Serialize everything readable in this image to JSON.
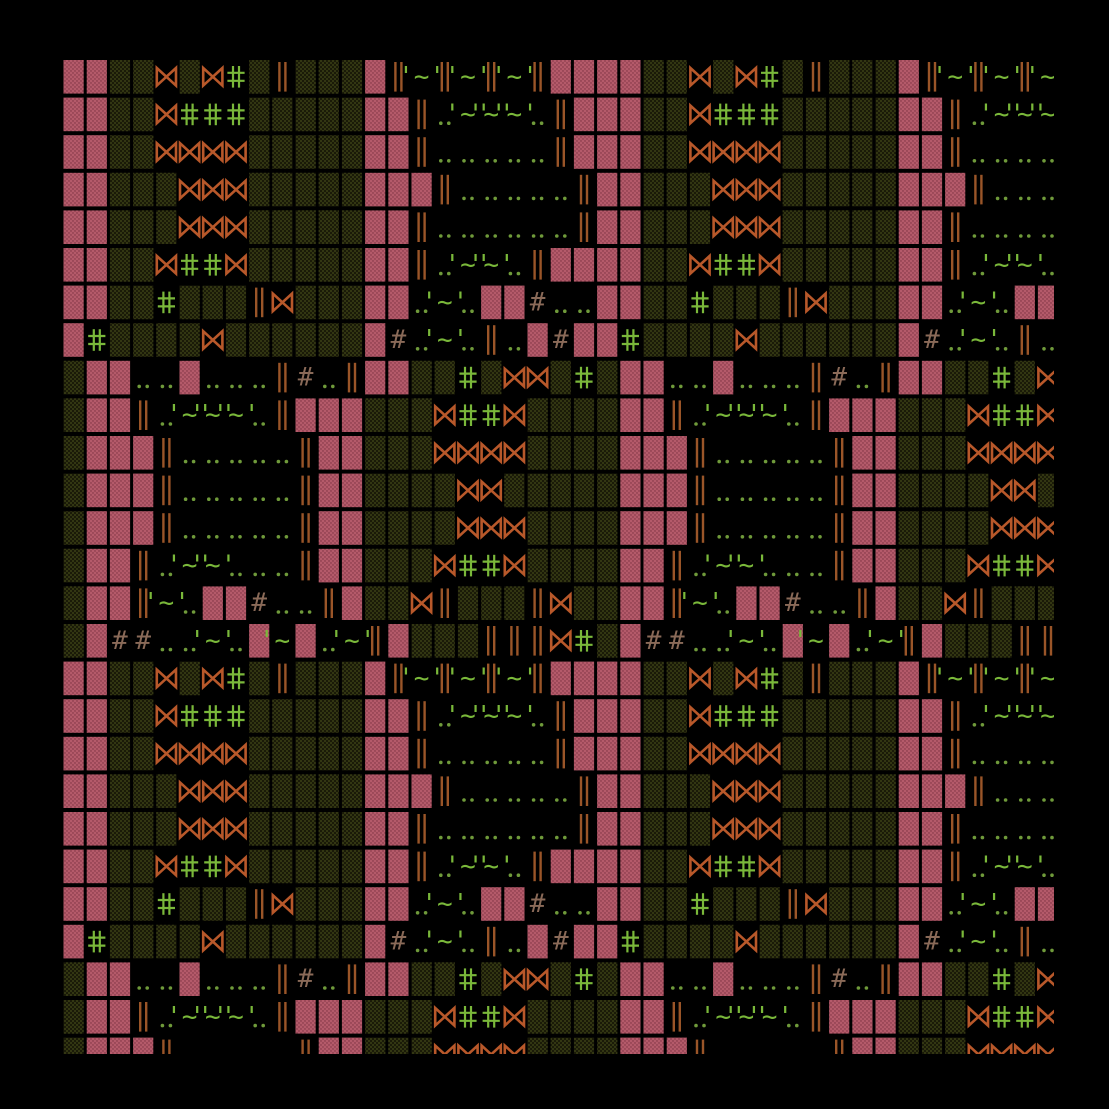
{
  "palette": {
    "background": "#000000",
    "pink": "#b45a6a",
    "pink_dot": "#7a3040",
    "olive_dot": "#6f7a2c",
    "olive_bg": "#1a1a08",
    "green": "#7ab83a",
    "orange": "#b8582a",
    "rust_line": "#9a5528",
    "dot_green": "#6f9a3a",
    "hash_gray": "#8a6a58"
  },
  "tile": {
    "rows": [
      "PPOOBOBGOLOOOPLTLTLTLPP",
      "PPOOBGGGOOOOOPPL.TTT.LP",
      "PPOOBBBBOOOOOPPL.....LP",
      "PPOOOBBBOOOOOPPPL.....L",
      "PPOOOBBBOOOOOPPL......L",
      "PPOOBGGBOOOOOPPL.TT.LPP",
      "PPOOGOOOLBOOOPP.T.PP#..",
      "PGOOOOBOOOOOOP#.T.L.P#P",
      "OPP..P...L#.LPPOOGOBBOG",
      "OPPL.TTT.LPPPOOOBGGBOOO",
      "OPPPL.....LPPOOOBBBBOOO",
      "OPPPL.....LPPOOOOBBOOOO",
      "OPPPL.....LPPOOOOBBBOOO",
      "OPPL.TT...LPPOOOBGGBOOO",
      "OPPLT.PP#..LPOOBLOOOLBO",
      "OP##..T.PTP.TLPOOOLLLBG"
    ],
    "legend": {
      "P": "pink-block",
      "O": "olive-dots",
      "B": "bowtie",
      "G": "double-cross",
      "L": "double-bar",
      "T": "tilde-mark",
      ".": "dot-pair",
      "#": "hash-mark"
    }
  },
  "glyphs": {
    "hash": "#",
    "tilde": "'~'",
    "cross": "╬"
  }
}
